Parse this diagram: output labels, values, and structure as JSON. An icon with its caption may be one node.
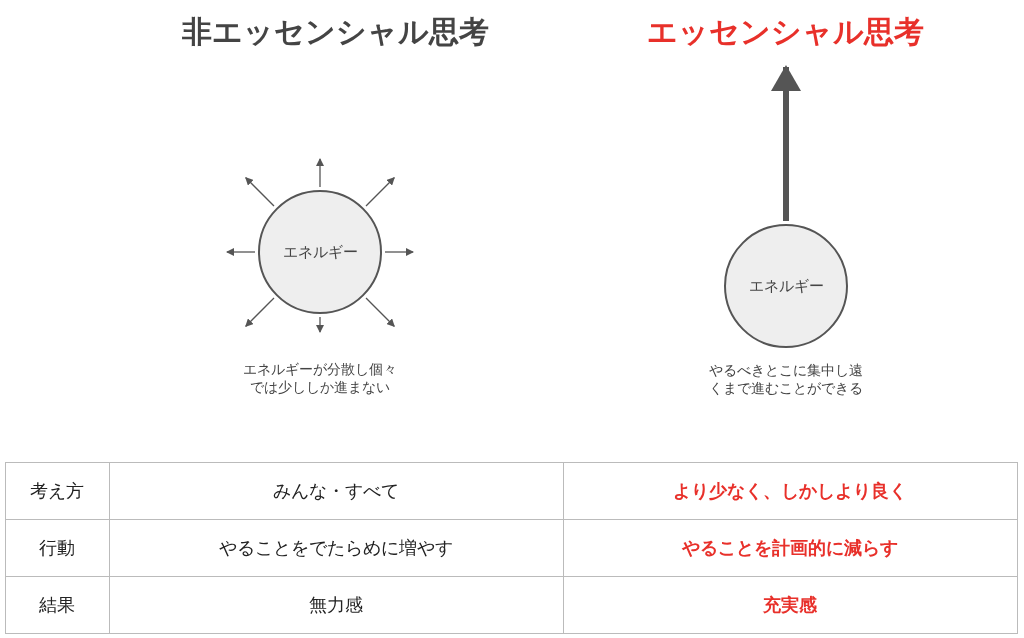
{
  "diagram": {
    "nodes": [
      {
        "text": [
          "エネルギー"
        ],
        "beside": [
          "エネルギーが分散し個々では少ししか進まない"
        ]
      },
      {
        "text": [
          "エネルギー"
        ],
        "beside": [
          "やるべきとこに集中し遠くまで進むことができる"
        ]
      }
    ],
    "edges": [
      {
        "from": 0,
        "to": null,
        "arrow": "to"
      },
      {
        "from": 0,
        "to": null,
        "arrow": "to"
      },
      {
        "from": 0,
        "to": null,
        "arrow": "to"
      },
      {
        "from": 0,
        "to": null,
        "arrow": "to"
      },
      {
        "from": 0,
        "to": null,
        "arrow": "to"
      },
      {
        "from": 0,
        "to": null,
        "arrow": "to"
      },
      {
        "from": 0,
        "to": null,
        "arrow": "to"
      },
      {
        "from": 0,
        "to": null,
        "arrow": "to"
      },
      {
        "from": 1,
        "to": null,
        "arrow": "to",
        "style": "thick"
      }
    ],
    "labels": [
      "非エッセンシャル思考",
      "エッセンシャル思考",
      "考え方",
      "みんな・すべて",
      "より少なく、しかしより良く",
      "行動",
      "やることをでたらめに増やす",
      "やることを計画的に減らす",
      "結果",
      "無力感",
      "充実感"
    ]
  }
}
